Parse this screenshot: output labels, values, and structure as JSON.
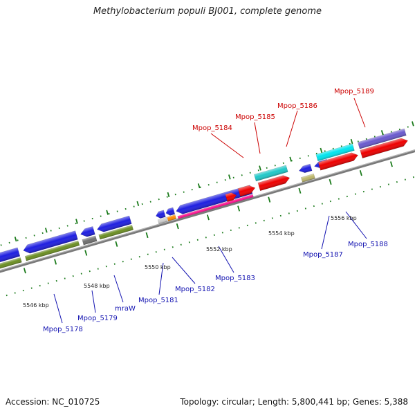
{
  "title": "Methylobacterium populi BJ001, complete genome",
  "footer": {
    "accession": "Accession: NC_010725",
    "summary": "Topology: circular; Length: 5,800,441 bp; Genes: 5,388"
  },
  "colors": {
    "backbone": "#7a7a7a",
    "tick_green": "#1a7a1a",
    "label_red": "#cc0000",
    "label_blue": "#1010b0"
  },
  "scale_labels": [
    "5546 kbp",
    "5548 kbp",
    "5550 kbp",
    "5552 kbp",
    "5554 kbp",
    "5556 kbp"
  ],
  "gene_labels": {
    "red": [
      "Mpop_5184",
      "Mpop_5185",
      "Mpop_5186",
      "Mpop_5189"
    ],
    "blue": [
      "Mpop_5178",
      "Mpop_5179",
      "mraW",
      "Mpop_5181",
      "Mpop_5182",
      "Mpop_5183",
      "Mpop_5187",
      "Mpop_5188"
    ]
  }
}
